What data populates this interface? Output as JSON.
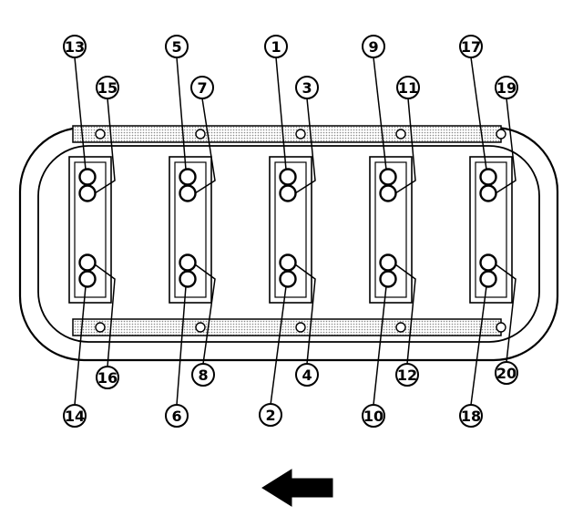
{
  "diagram": {
    "callouts_top": [
      "13",
      "5",
      "1",
      "9",
      "17"
    ],
    "callouts_upper": [
      "15",
      "7",
      "3",
      "11",
      "19"
    ],
    "callouts_lower": [
      "16",
      "8",
      "4",
      "12",
      "20"
    ],
    "callouts_bottom": [
      "14",
      "6",
      "2",
      "10",
      "18"
    ],
    "arrow_direction": "left",
    "colors": {
      "line": "#000000",
      "hatch": "#9a9a9a",
      "background": "#ffffff"
    }
  }
}
